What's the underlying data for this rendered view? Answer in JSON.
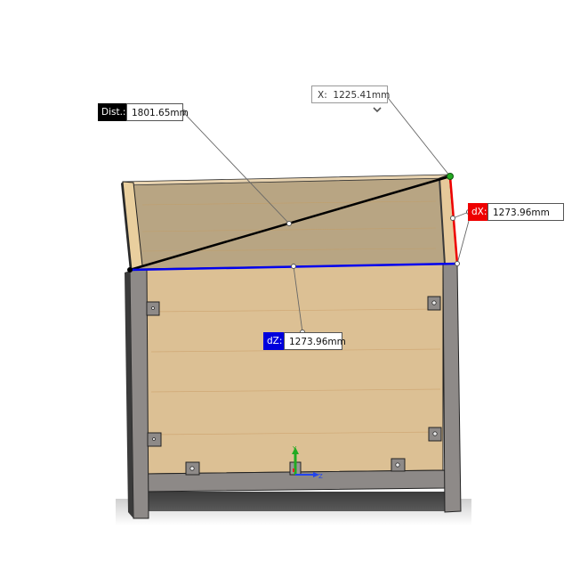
{
  "measurements": {
    "distance": {
      "label": "Dist.:",
      "value": "1801.65mm",
      "color": "#000000"
    },
    "x_coordinate": {
      "label": "X:",
      "value": "1225.41mm"
    },
    "delta_x": {
      "label": "dX:",
      "value": "1273.96mm",
      "color": "#ee0000"
    },
    "delta_z": {
      "label": "dZ:",
      "value": "1273.96mm",
      "color": "#0000dd"
    }
  },
  "triad": {
    "y_label": "Y",
    "z_label": "Z"
  },
  "model": {
    "wood_color": "#d9bf95",
    "back_wood_color": "#b8a583",
    "frame_color": "#8a8684",
    "shadow_color": "#444444"
  }
}
